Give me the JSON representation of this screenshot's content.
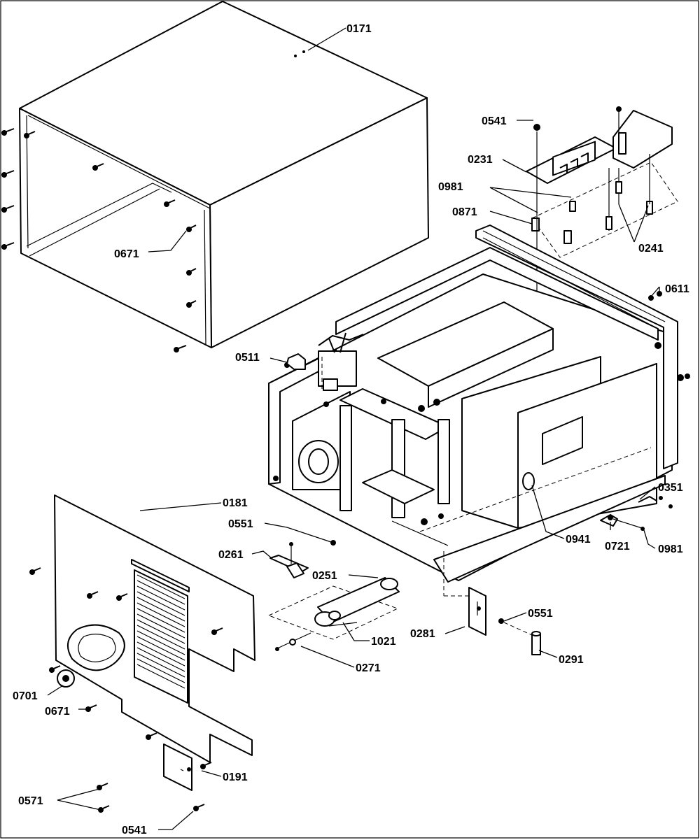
{
  "labels": {
    "p0171": "0171",
    "p0541_top": "0541",
    "p0231": "0231",
    "p0981_top": "0981",
    "p0871": "0871",
    "p0241": "0241",
    "p0611": "0611",
    "p0671_top": "0671",
    "p0511": "0511",
    "p0181": "0181",
    "p0551_left": "0551",
    "p0261": "0261",
    "p0351": "0351",
    "p0941": "0941",
    "p0721": "0721",
    "p0981_right": "0981",
    "p0251": "0251",
    "p1021": "1021",
    "p0271": "0271",
    "p0281": "0281",
    "p0551_right": "0551",
    "p0291": "0291",
    "p0701": "0701",
    "p0671_mid": "0671",
    "p0191": "0191",
    "p0571": "0571",
    "p0541_bottom": "0541"
  }
}
